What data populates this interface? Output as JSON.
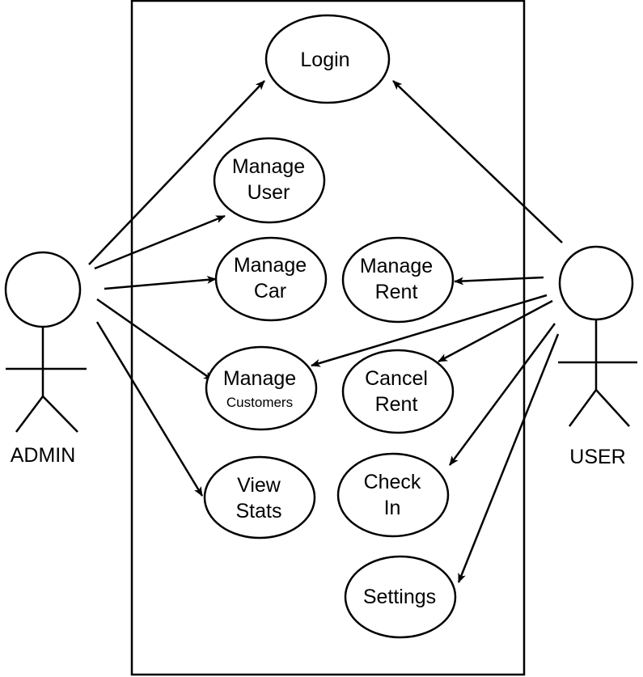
{
  "actors": {
    "admin": {
      "label": "ADMIN"
    },
    "user": {
      "label": "USER"
    }
  },
  "use_cases": {
    "login": {
      "line1": "Login"
    },
    "manage_user": {
      "line1": "Manage",
      "line2": "User"
    },
    "manage_car": {
      "line1": "Manage",
      "line2": "Car"
    },
    "manage_customers": {
      "line1": "Manage",
      "line2": "Customers"
    },
    "view_stats": {
      "line1": "View",
      "line2": "Stats"
    },
    "manage_rent": {
      "line1": "Manage",
      "line2": "Rent"
    },
    "cancel_rent": {
      "line1": "Cancel",
      "line2": "Rent"
    },
    "check_in": {
      "line1": "Check",
      "line2": "In"
    },
    "settings": {
      "line1": "Settings"
    }
  },
  "relations": [
    {
      "from": "ADMIN",
      "to": "Login"
    },
    {
      "from": "ADMIN",
      "to": "Manage User"
    },
    {
      "from": "ADMIN",
      "to": "Manage Car"
    },
    {
      "from": "ADMIN",
      "to": "Manage Customers"
    },
    {
      "from": "ADMIN",
      "to": "View Stats"
    },
    {
      "from": "USER",
      "to": "Login"
    },
    {
      "from": "USER",
      "to": "Manage Rent"
    },
    {
      "from": "USER",
      "to": "Manage Customers"
    },
    {
      "from": "USER",
      "to": "Cancel Rent"
    },
    {
      "from": "USER",
      "to": "Check In"
    },
    {
      "from": "USER",
      "to": "Settings"
    }
  ]
}
